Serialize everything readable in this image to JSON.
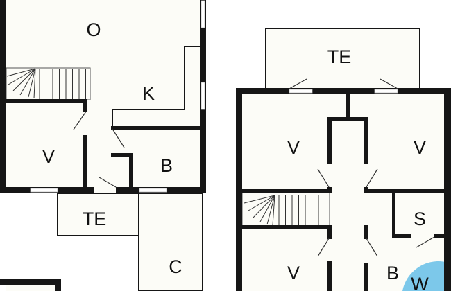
{
  "colors": {
    "wall": "#161616",
    "room_fill": "#fcfcf7",
    "wet_area": "#7cc8ea"
  },
  "left_plan": {
    "rooms": [
      {
        "id": "living",
        "label": "O"
      },
      {
        "id": "kitchen",
        "label": "K"
      },
      {
        "id": "bedroom",
        "label": "V"
      },
      {
        "id": "bathroom",
        "label": "B"
      },
      {
        "id": "terrace",
        "label": "TE"
      },
      {
        "id": "carport",
        "label": "C"
      }
    ]
  },
  "right_plan": {
    "rooms": [
      {
        "id": "terrace",
        "label": "TE"
      },
      {
        "id": "bedroom-1",
        "label": "V"
      },
      {
        "id": "bedroom-2",
        "label": "V"
      },
      {
        "id": "bedroom-3",
        "label": "V"
      },
      {
        "id": "storage",
        "label": "S"
      },
      {
        "id": "bathroom",
        "label": "B"
      },
      {
        "id": "whirlpool",
        "label": "W"
      }
    ]
  }
}
